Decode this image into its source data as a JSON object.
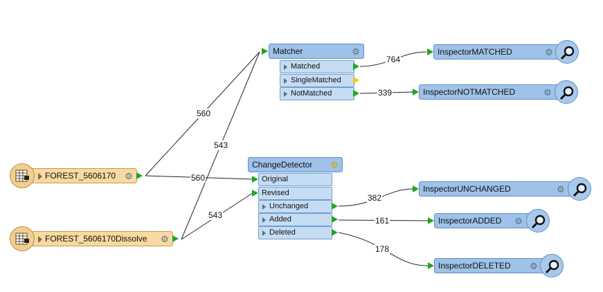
{
  "readers": [
    {
      "name": "FOREST_5606170"
    },
    {
      "name": "FOREST_5606170Dissolve"
    }
  ],
  "matcher": {
    "title": "Matcher",
    "ports": [
      "Matched",
      "SingleMatched",
      "NotMatched"
    ]
  },
  "change_detector": {
    "title": "ChangeDetector",
    "inputs": [
      "Original",
      "Revised"
    ],
    "ports": [
      "Unchanged",
      "Added",
      "Deleted"
    ]
  },
  "inspectors": [
    {
      "name": "InspectorMATCHED"
    },
    {
      "name": "InspectorNOTMATCHED"
    },
    {
      "name": "InspectorUNCHANGED"
    },
    {
      "name": "InspectorADDED"
    },
    {
      "name": "InspectorDELETED"
    }
  ],
  "counts": {
    "reader1_to_matcher": "560",
    "reader2_to_matcher": "543",
    "reader1_to_original": "560",
    "reader2_to_revised": "543",
    "matched": "764",
    "notmatched": "339",
    "unchanged": "382",
    "added": "161",
    "deleted": "178"
  },
  "colors": {
    "reader_fill": "#f7d9a2",
    "transformer_fill": "#9ec2e8",
    "port_fill": "#c5dcf3",
    "connector_green": "#1fa51f",
    "unused_port_yellow": "#e3d21a"
  },
  "icons": {
    "reader": "table-icon",
    "inspector": "magnifier-icon",
    "settings": "gear-icon"
  }
}
